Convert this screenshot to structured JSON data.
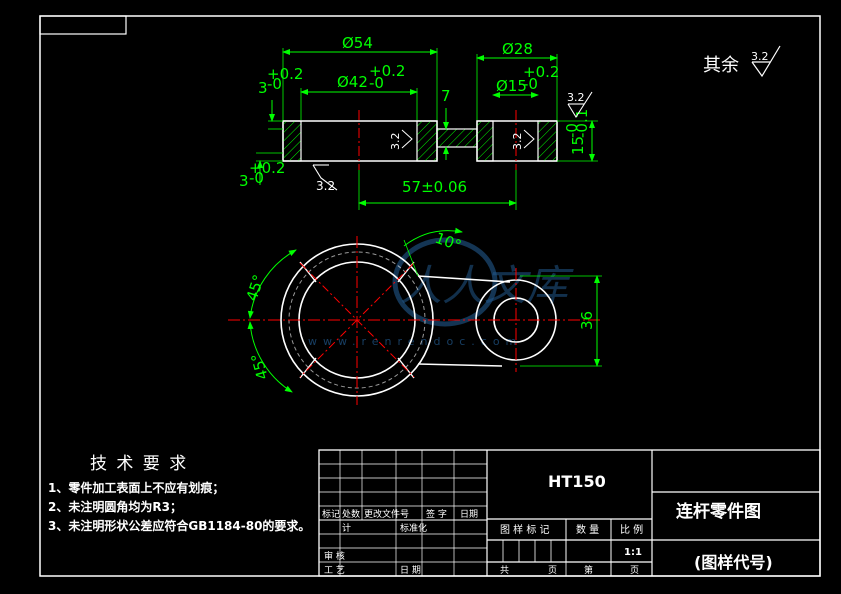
{
  "drawing": {
    "roughness_other": "其余",
    "roughness_value": "3.2",
    "dims": {
      "d_outer_left": "Ø54",
      "d_inner_left": "Ø42",
      "d_inner_left_tol_upper": "+0.2",
      "d_inner_left_tol_lower": "-0",
      "d_outer_right": "Ø28",
      "d_inner_right": "Ø15",
      "d_inner_right_tol_upper": "+0.2",
      "d_inner_right_tol_lower": "-0",
      "thickness_small": "7",
      "chamfer_top": "3",
      "chamfer_top_tol_upper": "+0.2",
      "chamfer_top_tol_lower": "-0",
      "chamfer_bottom": "3",
      "chamfer_bottom_tol_upper": "+0.2",
      "chamfer_bottom_tol_lower": "-0",
      "height": "15",
      "height_tol_upper": "-0",
      "height_tol_lower": "-0.1",
      "center_distance": "57±0.06",
      "roughness_bottom": "3.2",
      "roughness_hole_left": "3.2",
      "roughness_hole_right": "3.2",
      "roughness_right": "3.2",
      "angle_top": "10°",
      "angle_left_1": "45°",
      "angle_left_2": "45°",
      "width_36": "36"
    },
    "watermark": {
      "text": "人人文库",
      "url": "www.renrendoc.com"
    }
  },
  "tech_requirements": {
    "title": "技 术 要 求",
    "items": [
      "1、零件加工表面上不应有划痕；",
      "2、未注明圆角均为R3；",
      "3、未注明形状公差应符合GB1184-80的要求。"
    ]
  },
  "title_block": {
    "material": "HT150",
    "part_name": "连杆零件图",
    "drawing_code": "(图样代号)",
    "labels": {
      "mark": "标记",
      "count": "处数",
      "change_doc": "更改文件号",
      "signature": "签 字",
      "date": "日期",
      "design": "计",
      "standardization": "标准化",
      "review": "审 核",
      "process": "工 艺",
      "date2": "日 期",
      "stage_mark": "图 样 标 记",
      "quantity": "数 量",
      "scale": "比 例",
      "scale_value": "1:1",
      "total": "共",
      "page": "页",
      "sheet": "第",
      "page2": "页"
    }
  },
  "colors": {
    "background": "#000000",
    "outline": "#ffffff",
    "dimension": "#00ff00",
    "centerline": "#ff0000",
    "hatch": "#00ff00",
    "watermark": "#2a6fb0"
  }
}
